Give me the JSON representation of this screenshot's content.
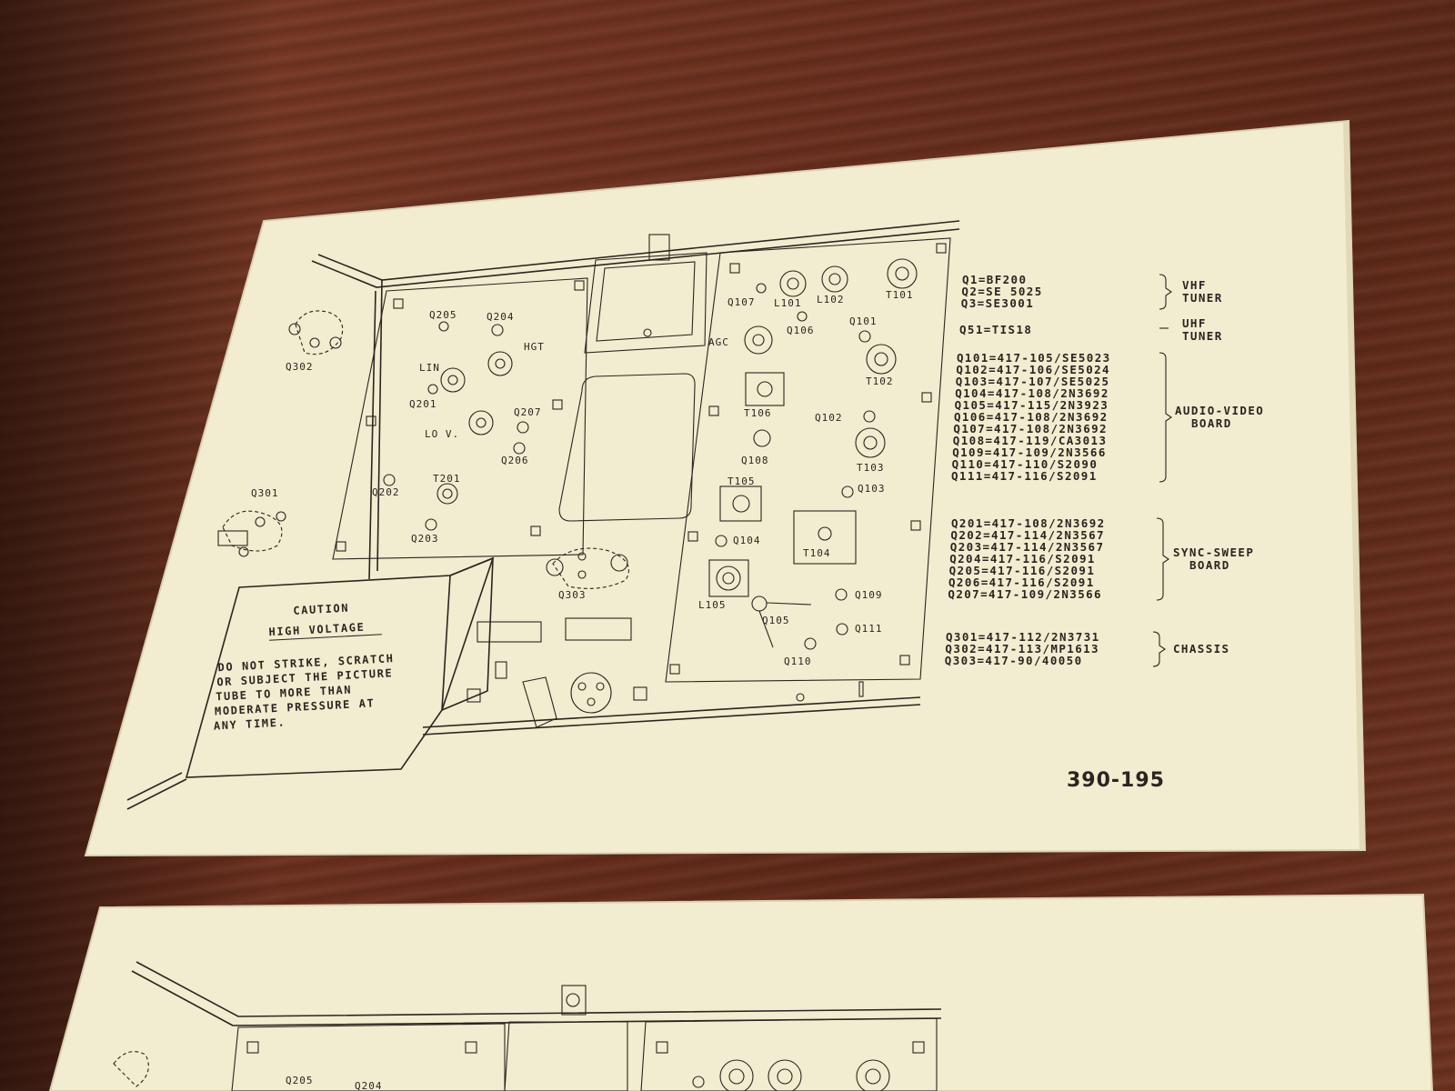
{
  "card": {
    "part_number": "390-195",
    "caution": {
      "title": "CAUTION",
      "subtitle": "HIGH VOLTAGE",
      "lines": [
        "DO NOT STRIKE, SCRATCH",
        "OR SUBJECT THE PICTURE",
        "TUBE TO MORE THAN",
        "MODERATE PRESSURE AT",
        "ANY TIME."
      ]
    },
    "board_labels": {
      "q205": "Q205",
      "q204": "Q204",
      "hgt": "HGT",
      "lin": "LIN",
      "q201": "Q201",
      "q207": "Q207",
      "lov": "LO V.",
      "q206": "Q206",
      "q202": "Q202",
      "t201": "T201",
      "q203": "Q203",
      "q302": "Q302",
      "q301": "Q301",
      "q303": "Q303",
      "q107": "Q107",
      "l101": "L101",
      "l102": "L102",
      "t101": "T101",
      "q106": "Q106",
      "q101": "Q101",
      "agc": "AGC",
      "t102": "T102",
      "t106": "T106",
      "q102": "Q102",
      "q108": "Q108",
      "t103": "T103",
      "t105": "T105",
      "q103": "Q103",
      "q104": "Q104",
      "t104": "T104",
      "l105": "L105",
      "q109": "Q109",
      "q105": "Q105",
      "q111": "Q111",
      "q110": "Q110"
    },
    "parts_groups": [
      {
        "name_lines": [
          "VHF",
          "TUNER"
        ],
        "items": [
          "Q1=BF200",
          "Q2=SE 5025",
          "Q3=SE3001"
        ]
      },
      {
        "name_lines": [
          "UHF",
          "TUNER"
        ],
        "items": [
          "Q51=TIS18"
        ]
      },
      {
        "name_lines": [
          "AUDIO-VIDEO",
          "BOARD"
        ],
        "items": [
          "Q101=417-105/SE5023",
          "Q102=417-106/SE5024",
          "Q103=417-107/SE5025",
          "Q104=417-108/2N3692",
          "Q105=417-115/2N3923",
          "Q106=417-108/2N3692",
          "Q107=417-108/2N3692",
          "Q108=417-119/CA3013",
          "Q109=417-109/2N3566",
          "Q110=417-110/S2090",
          "Q111=417-116/S2091"
        ]
      },
      {
        "name_lines": [
          "SYNC-SWEEP",
          "BOARD"
        ],
        "items": [
          "Q201=417-108/2N3692",
          "Q202=417-114/2N3567",
          "Q203=417-114/2N3567",
          "Q204=417-116/S2091",
          "Q205=417-116/S2091",
          "Q206=417-116/S2091",
          "Q207=417-109/2N3566"
        ]
      },
      {
        "name_lines": [
          "CHASSIS"
        ],
        "items": [
          "Q301=417-112/2N3731",
          "Q302=417-113/MP1613",
          "Q303=417-90/40050"
        ]
      }
    ]
  },
  "card2": {
    "labels": {
      "q205": "Q205",
      "q204": "Q204"
    }
  },
  "colors": {
    "table": "#6b3222",
    "paper": "#f2ecd0",
    "ink": "#2a2520"
  }
}
